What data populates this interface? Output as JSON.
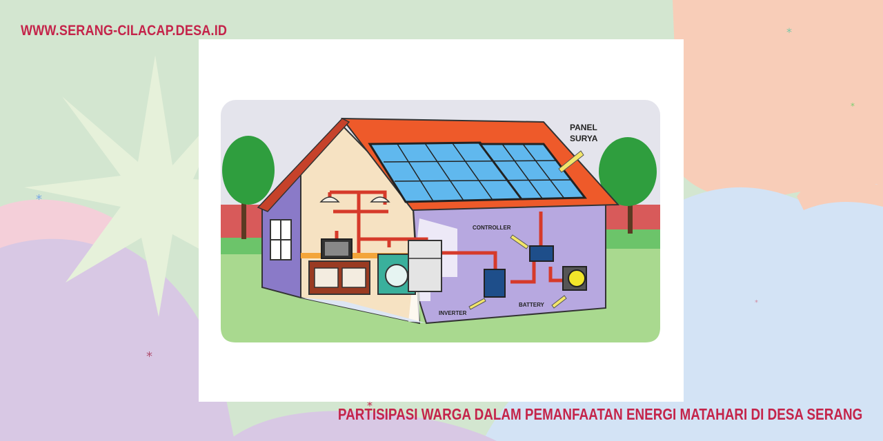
{
  "header": {
    "site_url": "WWW.SERANG-CILACAP.DESA.ID"
  },
  "article": {
    "headline": "PARTISIPASI WARGA DALAM PEMANFAATAN ENERGI MATAHARI DI DESA SERANG"
  },
  "illustration": {
    "labels": {
      "panel_line1": "PANEL",
      "panel_line2": "SURYA",
      "controller": "CONTROLLER",
      "battery": "BATTERY",
      "inverter": "INVERTER"
    }
  },
  "colors": {
    "accent_text": "#c4244a",
    "bg_green": "#d3e6d0",
    "bg_peach": "#f8cdb8",
    "bg_blue": "#d3e3f5",
    "bg_lavender": "#d8c8e4"
  }
}
